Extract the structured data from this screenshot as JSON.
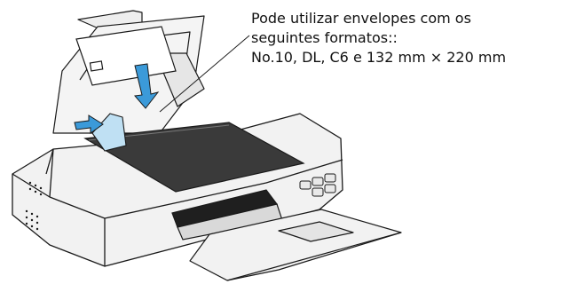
{
  "callout": {
    "lines": [
      "Pode utilizar envelopes com os",
      "seguintes formatos::",
      "No.10, DL, C6 e 132 mm × 220 mm"
    ]
  },
  "colors": {
    "outline": "#1a1a1a",
    "body": "#f2f2f2",
    "shade": "#d9d9d9",
    "cover": "#3a3a3a",
    "arrow": "#3b9ad9"
  },
  "icons": [
    "envelope-icon",
    "load-arrow-icon",
    "edge-guide-arrow-icon"
  ]
}
